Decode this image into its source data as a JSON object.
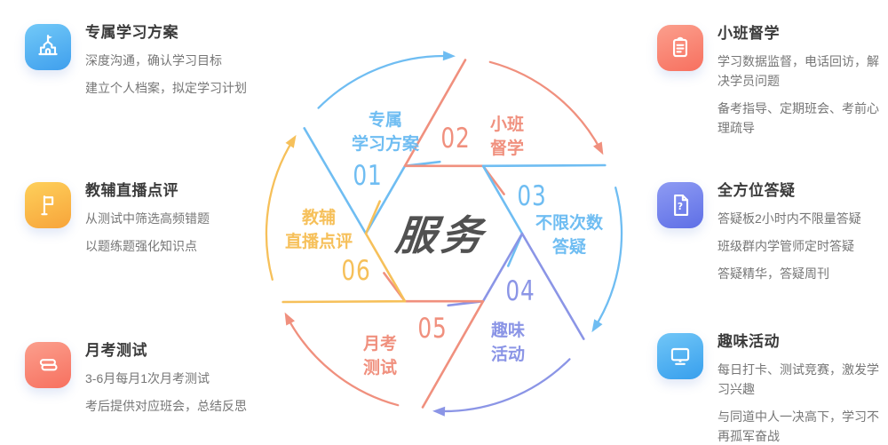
{
  "center_title": "服务",
  "wheel": {
    "segments": [
      {
        "number": "01",
        "line1": "专属",
        "line2": "学习方案",
        "color": "#6fbdf2"
      },
      {
        "number": "02",
        "line1": "小班",
        "line2": "督学",
        "color": "#f0907e"
      },
      {
        "number": "03",
        "line1": "不限次数",
        "line2": "答疑",
        "color": "#6fbdf2"
      },
      {
        "number": "04",
        "line1": "趣味",
        "line2": "活动",
        "color": "#8b95e6"
      },
      {
        "number": "05",
        "line1": "月考",
        "line2": "测试",
        "color": "#f0907e"
      },
      {
        "number": "06",
        "line1": "教辅",
        "line2": "直播点评",
        "color": "#f6c05a"
      }
    ]
  },
  "features": {
    "left": [
      {
        "icon": "school-icon",
        "grad_from": "#72c9f8",
        "grad_to": "#3f9fed",
        "title": "专属学习方案",
        "paragraphs": [
          "深度沟通，确认学习目标",
          "建立个人档案，拟定学习计划"
        ]
      },
      {
        "icon": "flag-icon",
        "grad_from": "#fed05b",
        "grad_to": "#f7a43a",
        "title": "教辅直播点评",
        "paragraphs": [
          "从测试中筛选高频错题",
          "以题练题强化知识点"
        ]
      },
      {
        "icon": "books-icon",
        "grad_from": "#fb9f8d",
        "grad_to": "#f7705f",
        "title": "月考测试",
        "paragraphs": [
          "3-6月每月1次月考测试",
          "考后提供对应班会，总结反思"
        ]
      }
    ],
    "right": [
      {
        "icon": "clipboard-icon",
        "grad_from": "#fb9f8d",
        "grad_to": "#f7705f",
        "title": "小班督学",
        "paragraphs": [
          "学习数据监督，电话回访，解决学员问题",
          "备考指导、定期班会、考前心理疏导"
        ]
      },
      {
        "icon": "question-doc-icon",
        "grad_from": "#8e9bf3",
        "grad_to": "#5e6fe6",
        "title": "全方位答疑",
        "paragraphs": [
          "答疑板2小时内不限量答疑",
          "班级群内学管师定时答疑",
          "答疑精华，答疑周刊"
        ]
      },
      {
        "icon": "monitor-icon",
        "grad_from": "#71c6f7",
        "grad_to": "#379fed",
        "title": "趣味活动",
        "paragraphs": [
          "每日打卡、测试竞赛，激发学习兴趣",
          "与同道中人一决高下，学习不再孤军奋战"
        ]
      }
    ]
  }
}
